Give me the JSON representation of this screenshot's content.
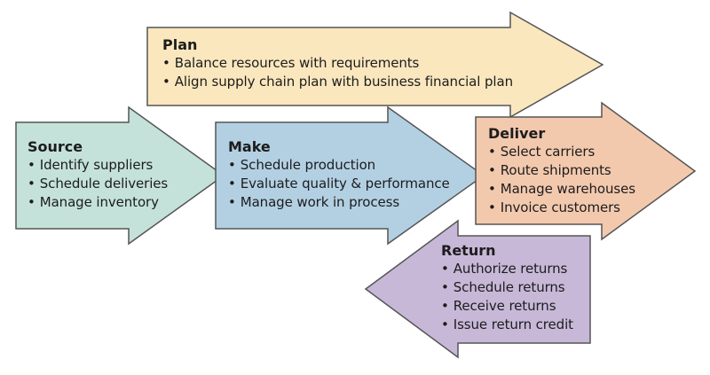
{
  "colors": {
    "plan_fill": "#FAE7BE",
    "source_fill": "#C4E2D9",
    "make_fill": "#B3D0E3",
    "deliver_fill": "#F3C9AE",
    "return_fill": "#C7B8D8",
    "outline": "#555555"
  },
  "plan": {
    "title": "Plan",
    "items": [
      "Balance resources with requirements",
      "Align supply chain plan with business financial plan"
    ]
  },
  "source": {
    "title": "Source",
    "items": [
      "Identify suppliers",
      "Schedule deliveries",
      "Manage inventory"
    ]
  },
  "make": {
    "title": "Make",
    "items": [
      "Schedule production",
      "Evaluate quality & performance",
      "Manage work in process"
    ]
  },
  "deliver": {
    "title": "Deliver",
    "items": [
      "Select carriers",
      "Route shipments",
      "Manage warehouses",
      "Invoice customers"
    ]
  },
  "return": {
    "title": "Return",
    "items": [
      "Authorize returns",
      "Schedule returns",
      "Receive returns",
      "Issue return credit"
    ]
  }
}
